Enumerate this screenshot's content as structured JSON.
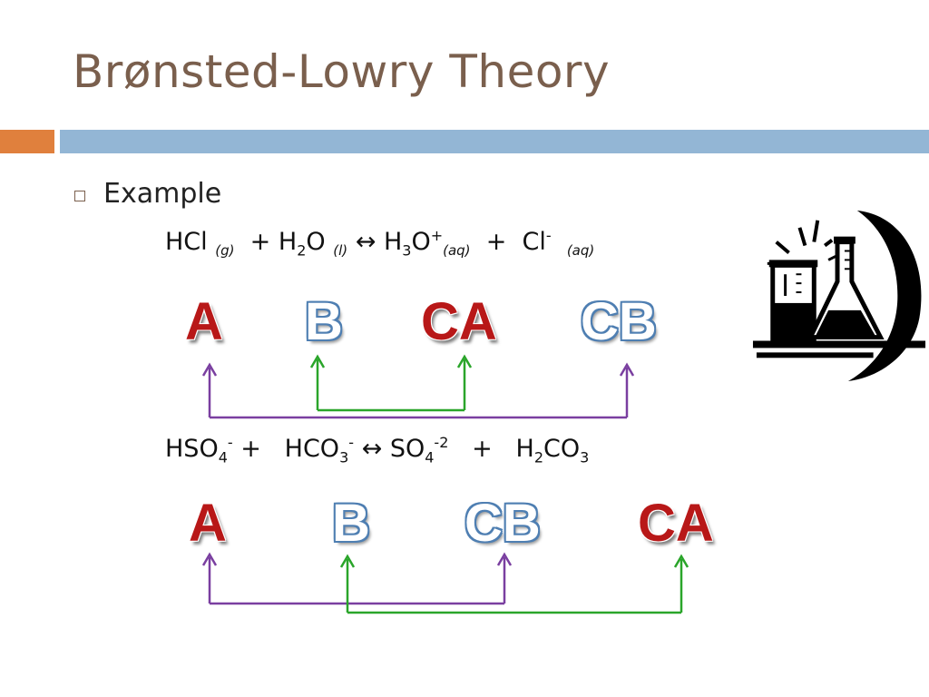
{
  "slide": {
    "title": "Brønsted-Lowry Theory",
    "bullet": "Example"
  },
  "equation1": {
    "acid": "HCl",
    "acid_state": "(g)",
    "plus1": "+",
    "water": "H",
    "water_sub": "2",
    "water_end": "O",
    "water_state": "(l)",
    "arrow": "↔",
    "hydronium": "H",
    "hydronium_sub": "3",
    "hydronium_end": "O",
    "hydronium_sup": "+",
    "hydronium_state": "(aq)",
    "plus2": "+",
    "chloride": "Cl",
    "chloride_sup": "-",
    "chloride_state": "(aq)"
  },
  "labels1": [
    "A",
    "B",
    "CA",
    "CB"
  ],
  "equation2": {
    "acid": "HSO",
    "acid_sub": "4",
    "acid_sup": "-",
    "plus1": "+",
    "base": "HCO",
    "base_sub": "3",
    "base_sup": "-",
    "arrow": "↔",
    "cb": "SO",
    "cb_sub": "4",
    "cb_sup": "-2",
    "plus2": "+",
    "ca_h": "H",
    "ca_sub1": "2",
    "ca_co": "CO",
    "ca_sub2": "3"
  },
  "labels2": [
    "A",
    "B",
    "CB",
    "CA"
  ],
  "colors": {
    "title": "#7a5f4d",
    "accent_orange": "#e0803d",
    "accent_blue": "#93b6d5",
    "acid_label": "#b81818",
    "base_label_outline": "#4f7fb2",
    "arrow_purple": "#7a3fa0",
    "arrow_green": "#2aa52a"
  },
  "icons": [
    "laboratory-glassware-clipart"
  ]
}
